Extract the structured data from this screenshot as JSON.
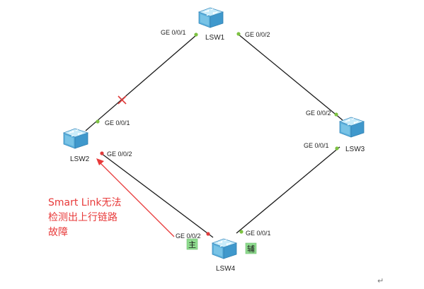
{
  "devices": [
    {
      "id": "lsw1",
      "name": "LSW1"
    },
    {
      "id": "lsw2",
      "name": "LSW2"
    },
    {
      "id": "lsw3",
      "name": "LSW3"
    },
    {
      "id": "lsw4",
      "name": "LSW4"
    }
  ],
  "ports": {
    "lsw1_left": "GE 0/0/1",
    "lsw1_right": "GE 0/0/2",
    "lsw2_top": "GE 0/0/1",
    "lsw2_bottom": "GE 0/0/2",
    "lsw3_top": "GE 0/0/2",
    "lsw3_bottom": "GE 0/0/1",
    "lsw4_left": "GE 0/0/2",
    "lsw4_right": "GE 0/0/1"
  },
  "badges": {
    "primary": "主",
    "secondary": "辅"
  },
  "annotation": {
    "lines": [
      "Smart Link无法",
      "检测出上行链路",
      "故障"
    ]
  },
  "paragraph_mark": "↵",
  "colors": {
    "link": "#1a1a1a",
    "port_up": "#7dc242",
    "port_down": "#e03c3c",
    "fault_mark": "#e03c3c",
    "annotation": "#e83a3a",
    "badge_bg": "#8fdc8f",
    "switch_face": "#8fd3ef",
    "switch_side": "#4fa9d8"
  }
}
